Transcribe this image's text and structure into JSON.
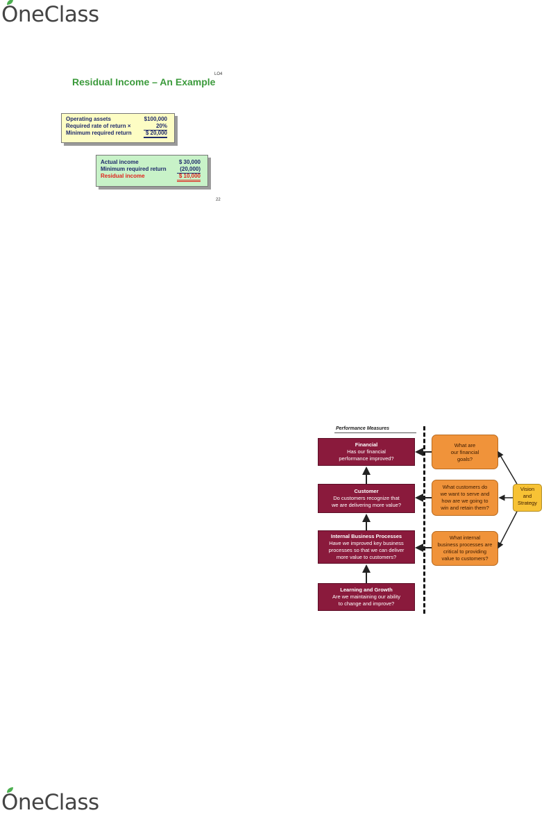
{
  "brand": {
    "name": "OneClass",
    "color": "#444444",
    "leaf_color": "#4caf50"
  },
  "slide": {
    "title": "Residual Income – An Example",
    "lo_tag": "LO4",
    "page_number": "22",
    "title_color": "#3b9a3b"
  },
  "table1": {
    "rows": [
      {
        "label": "Operating assets",
        "value": "$100,000"
      },
      {
        "label": "Required rate of return  ×",
        "value": "20%"
      },
      {
        "label": "Minimum required return",
        "value": "$  20,000"
      }
    ]
  },
  "table2": {
    "rows": [
      {
        "label": "Actual income",
        "value": "$  30,000"
      },
      {
        "label": "Minimum required return",
        "value": "(20,000)"
      },
      {
        "label": "Residual income",
        "value": "$  10,000"
      }
    ]
  },
  "diagram": {
    "header": "Performance Measures",
    "measures": [
      {
        "title": "Financial",
        "line1": "Has our financial",
        "line2": "performance improved?",
        "line3": ""
      },
      {
        "title": "Customer",
        "line1": "Do customers recognize that",
        "line2": "we are delivering more value?",
        "line3": ""
      },
      {
        "title": "Internal Business Processes",
        "line1": "Have we improved key business",
        "line2": "processes so that we can deliver",
        "line3": "more value to customers?"
      },
      {
        "title": "Learning and Growth",
        "line1": "Are we maintaining our ability",
        "line2": "to change and improve?",
        "line3": ""
      }
    ],
    "goals": [
      {
        "line1": "What are",
        "line2": "our financial",
        "line3": "goals?"
      },
      {
        "line1": "What customers do",
        "line2": "we want to serve and",
        "line3": "how are we going to",
        "line4": "win and retain them?"
      },
      {
        "line1": "What internal",
        "line2": "business processes are",
        "line3": "critical to providing",
        "line4": "value to customers?"
      }
    ],
    "vision": {
      "line1": "Vision",
      "line2": "and",
      "line3": "Strategy"
    },
    "colors": {
      "measure": "#8a1a3c",
      "goal": "#f0933a",
      "vision": "#f7c235"
    }
  }
}
